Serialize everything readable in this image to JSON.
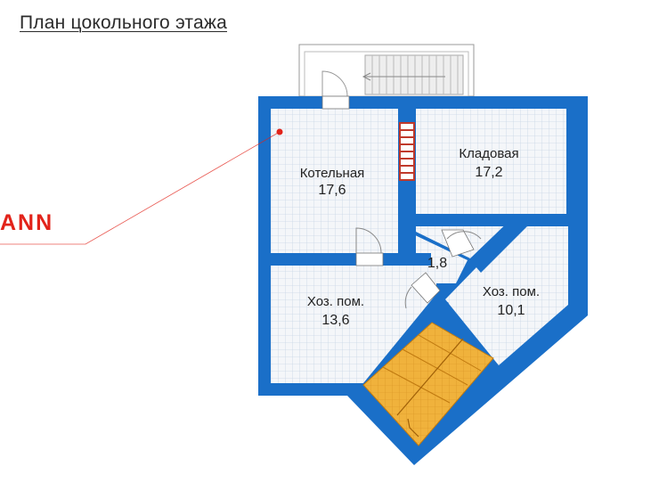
{
  "title": "План цокольного этажа",
  "brand": "ANN",
  "colors": {
    "wall": "#1a6fc8",
    "grid": "#c9d6e6",
    "floor": "#f4f6f9",
    "stair": "#f0b23c",
    "pointer": "#e2231a"
  },
  "rooms": {
    "boiler": {
      "name": "Котельная",
      "area": "17,6"
    },
    "storage": {
      "name": "Кладовая",
      "area": "17,2"
    },
    "utility_left": {
      "name": "Хоз. пом.",
      "area": "13,6"
    },
    "utility_right": {
      "name": "Хоз. пом.",
      "area": "10,1"
    },
    "hall": {
      "area": "1,8"
    }
  }
}
